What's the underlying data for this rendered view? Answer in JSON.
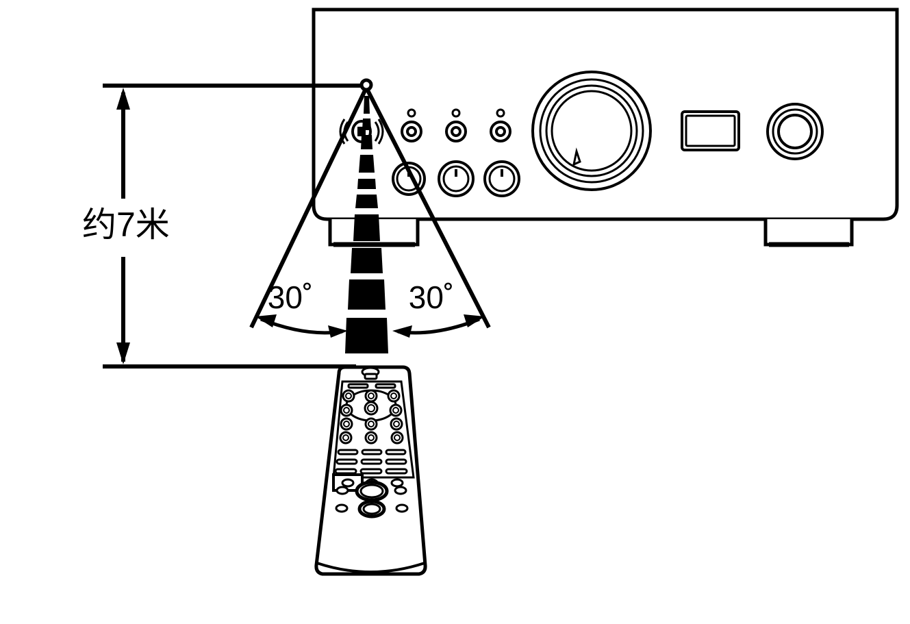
{
  "diagram": {
    "title": "Remote control operating range diagram",
    "type": "technical-line-drawing",
    "background_color": "#ffffff",
    "line_color": "#000000"
  },
  "labels": {
    "distance": "约7米",
    "angle_left": "30˚",
    "angle_right": "30˚"
  },
  "measurements": {
    "distance_value": 7,
    "distance_unit": "米",
    "distance_prefix": "约",
    "angle_left_value": 30,
    "angle_right_value": 30,
    "angle_unit": "˚",
    "total_cone_angle": 60
  },
  "amplifier": {
    "name": "integrated-amplifier-front-panel",
    "ir_sensor": "remote-sensor-window",
    "indicator_leds": 3,
    "small_buttons": 3,
    "knobs": 3,
    "volume_knob_rings": 4,
    "display_window": "display-panel",
    "selector_knob_rings": 3,
    "feet": 2
  },
  "remote": {
    "name": "remote-control-unit",
    "ir_emitter": "ir-transmitter-window",
    "top_bars": 2,
    "round_button_rows": 4,
    "round_buttons_per_row": 3,
    "pill_button_rows": 3,
    "pill_buttons_per_row": 3,
    "bottom_small_buttons": 3,
    "large_oval_buttons": 2,
    "side_small_buttons": 4
  }
}
